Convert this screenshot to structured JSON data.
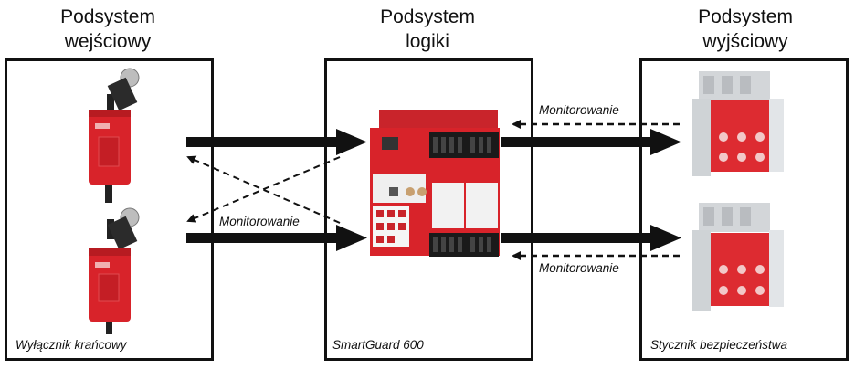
{
  "subsystems": {
    "input": {
      "title_l1": "Podsystem",
      "title_l2": "wejściowy",
      "caption": "Wyłącznik krańcowy"
    },
    "logic": {
      "title_l1": "Podsystem",
      "title_l2": "logiki",
      "caption": "SmartGuard 600"
    },
    "output": {
      "title_l1": "Podsystem",
      "title_l2": "wyjściowy",
      "caption": "Stycznik bezpieczeństwa"
    }
  },
  "monitoring_labels": {
    "input_cross": "Monitorowanie",
    "output_top": "Monitorowanie",
    "output_bottom": "Monitorowanie"
  },
  "colors": {
    "device_red": "#d8232a",
    "device_dark": "#1a1a1a",
    "contactor_grey": "#cfd3d6"
  }
}
